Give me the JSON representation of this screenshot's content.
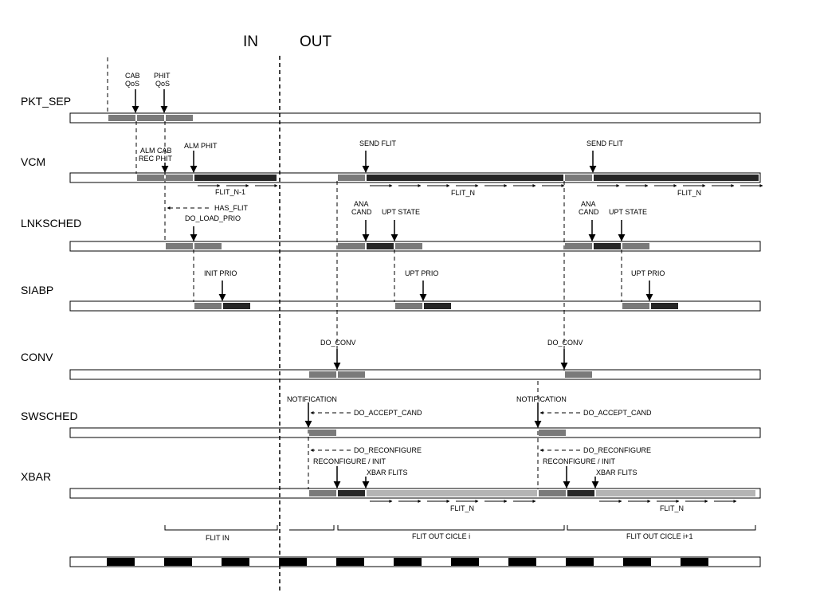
{
  "header": {
    "in": "IN",
    "out": "OUT"
  },
  "rows": [
    {
      "id": "pkt_sep",
      "label": "PKT_SEP"
    },
    {
      "id": "vcm",
      "label": "VCM"
    },
    {
      "id": "lnksched",
      "label": "LNKSCHED"
    },
    {
      "id": "siabp",
      "label": "SIABP"
    },
    {
      "id": "conv",
      "label": "CONV"
    },
    {
      "id": "swsched",
      "label": "SWSCHED"
    },
    {
      "id": "xbar",
      "label": "XBAR"
    }
  ],
  "annotations": {
    "cab_qos": [
      "CAB",
      "QoS"
    ],
    "phit_qos": [
      "PHIT",
      "QoS"
    ],
    "alm_cab_rec_phit": [
      "ALM CAB",
      "REC PHIT"
    ],
    "alm_phit": "ALM PHIT",
    "send_flit": "SEND FLIT",
    "flit_n_minus_1": "FLIT_N-1",
    "flit_n": "FLIT_N",
    "has_flit": "HAS_FLIT",
    "do_load_prio": "DO_LOAD_PRIO",
    "ana_cand": [
      "ANA",
      "CAND"
    ],
    "upt_state": "UPT STATE",
    "init_prio": "INIT PRIO",
    "upt_prio": "UPT PRIO",
    "do_conv": "DO_CONV",
    "notification": "NOTIFICATION",
    "do_accept_cand": "DO_ACCEPT_CAND",
    "do_reconfigure": "DO_RECONFIGURE",
    "reconfigure_init": "RECONFIGURE / INIT",
    "xbar_flits": "XBAR FLITS"
  },
  "phases": {
    "flit_in": "FLIT IN",
    "flit_out_cycle_i": "FLIT OUT CICLE  i",
    "flit_out_cycle_i1": "FLIT OUT CICLE  i+1"
  },
  "colors": {
    "light": "#b4b4b4",
    "mid": "#7a7a7a",
    "dark": "#262626",
    "line": "#000000"
  }
}
